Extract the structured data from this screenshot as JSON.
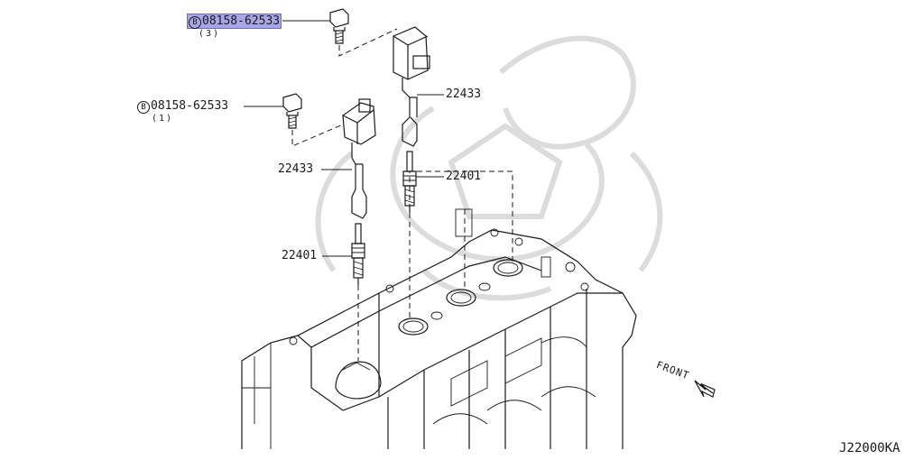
{
  "callouts": {
    "bolt_top": {
      "symbol": "B",
      "part_no": "08158-62533",
      "qty": "(3)"
    },
    "bolt_left": {
      "symbol": "B",
      "part_no": "08158-62533",
      "qty": "(1)"
    },
    "coil_right": "22433",
    "coil_left": "22433",
    "plug_right": "22401",
    "plug_left": "22401"
  },
  "front_label": "FRONT",
  "diagram_code": "J22000KA",
  "colors": {
    "highlight": "#a9a6e6",
    "line": "#1a1a1a",
    "watermark": "#dcdcdc"
  }
}
